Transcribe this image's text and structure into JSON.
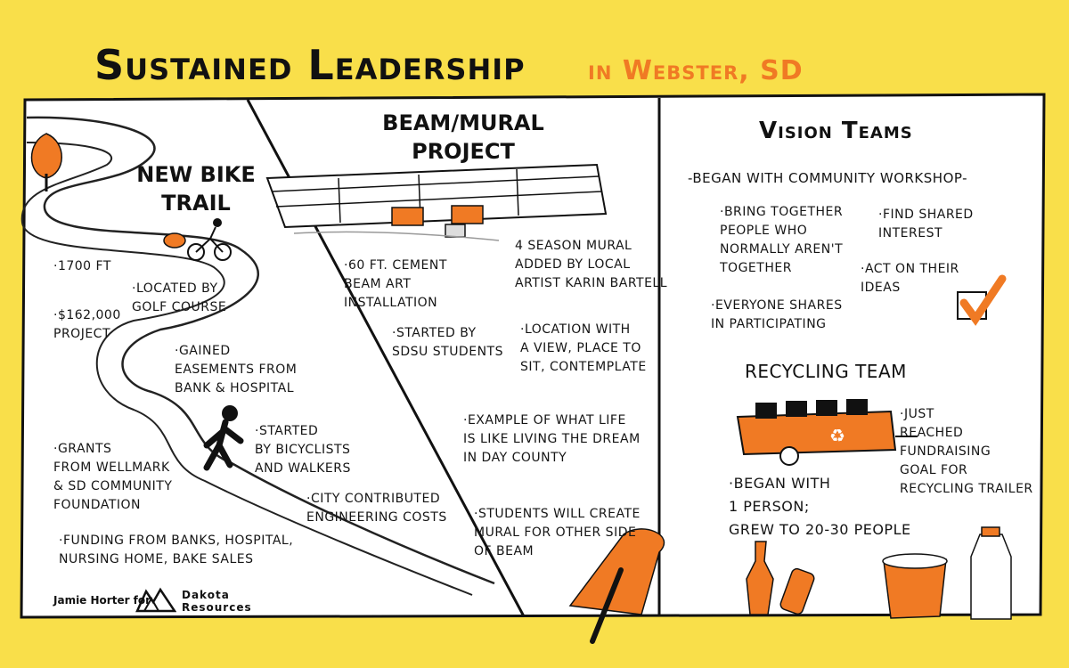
{
  "header": {
    "title": "Sustained Leadership",
    "subtitle": "in Webster, SD"
  },
  "colors": {
    "background": "#f9df4a",
    "accent": "#f07a24",
    "panel": "#ffffff",
    "ink": "#111111"
  },
  "bike_trail": {
    "heading": "New Bike\nTrail",
    "notes": [
      "·1700 Ft",
      "·Located by\nGolf Course",
      "·$162,000\nProject",
      "·Gained\nEasements from\nBank & Hospital",
      "·Started\nby Bicyclists\nand Walkers",
      "·Grants\nfrom Wellmark\n& SD Community\nFoundation",
      "·City Contributed\nEngineering Costs",
      "·Funding from Banks, Hospital,\nNursing Home, Bake Sales"
    ]
  },
  "beam_mural": {
    "heading": "Beam/Mural\nProject",
    "notes": [
      "·60 Ft. Cement\nBeam Art\nInstallation",
      "4 Season Mural\nadded by Local\nArtist Karin Bartell",
      "·Started by\nSDSU Students",
      "·Location with\na View, Place to\nSit, Contemplate",
      "·Example of what life\nis like living the dream\nin Day County",
      "·Students will create\nmural for other side\nof beam"
    ]
  },
  "vision_teams": {
    "heading": "Vision Teams",
    "workshop": "-Began with Community Workshop-",
    "notes": [
      "·Bring Together\nPeople who\nNormally Aren't\nTogether",
      "·Find Shared\nInterest",
      "·Act on Their\nIdeas",
      "·Everyone Shares\nin Participating"
    ],
    "recycling_heading": "Recycling Team",
    "recycling_notes": [
      "·Just\nReached\nFundraising\nGoal for\nRecycling Trailer",
      "·Began with\n1 Person;\nGrew to 20-30 People"
    ]
  },
  "footer": {
    "credit": "Jamie Horter for",
    "brand": "Dakota\nResources"
  }
}
